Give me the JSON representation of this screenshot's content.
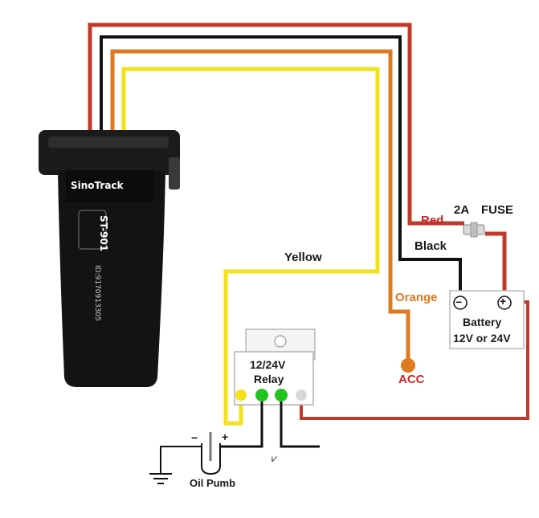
{
  "device": {
    "brand": "SinoTrack",
    "model": "ST-901",
    "side_text": "ID:9170913305"
  },
  "wires": {
    "yellow": "Yellow",
    "black": "Black",
    "red": "Red",
    "orange": "Orange"
  },
  "fuse": {
    "rating": "2A",
    "label": "FUSE"
  },
  "battery": {
    "title": "Battery",
    "voltage": "12V or 24V",
    "minus": "−",
    "plus": "+"
  },
  "relay": {
    "voltage": "12/24V",
    "label": "Relay"
  },
  "acc": {
    "label": "ACC"
  },
  "pump": {
    "label": "Oil Pumb",
    "minus": "−",
    "plus": "+"
  },
  "colors": {
    "red_wire": "#c0392b",
    "black_wire": "#111111",
    "orange_wire": "#e07a20",
    "yellow_wire": "#f2e21c",
    "relay_pin_green": "#22c21f",
    "relay_pin_yellow": "#f2e21c",
    "relay_pin_grey": "#d8d8d8"
  }
}
